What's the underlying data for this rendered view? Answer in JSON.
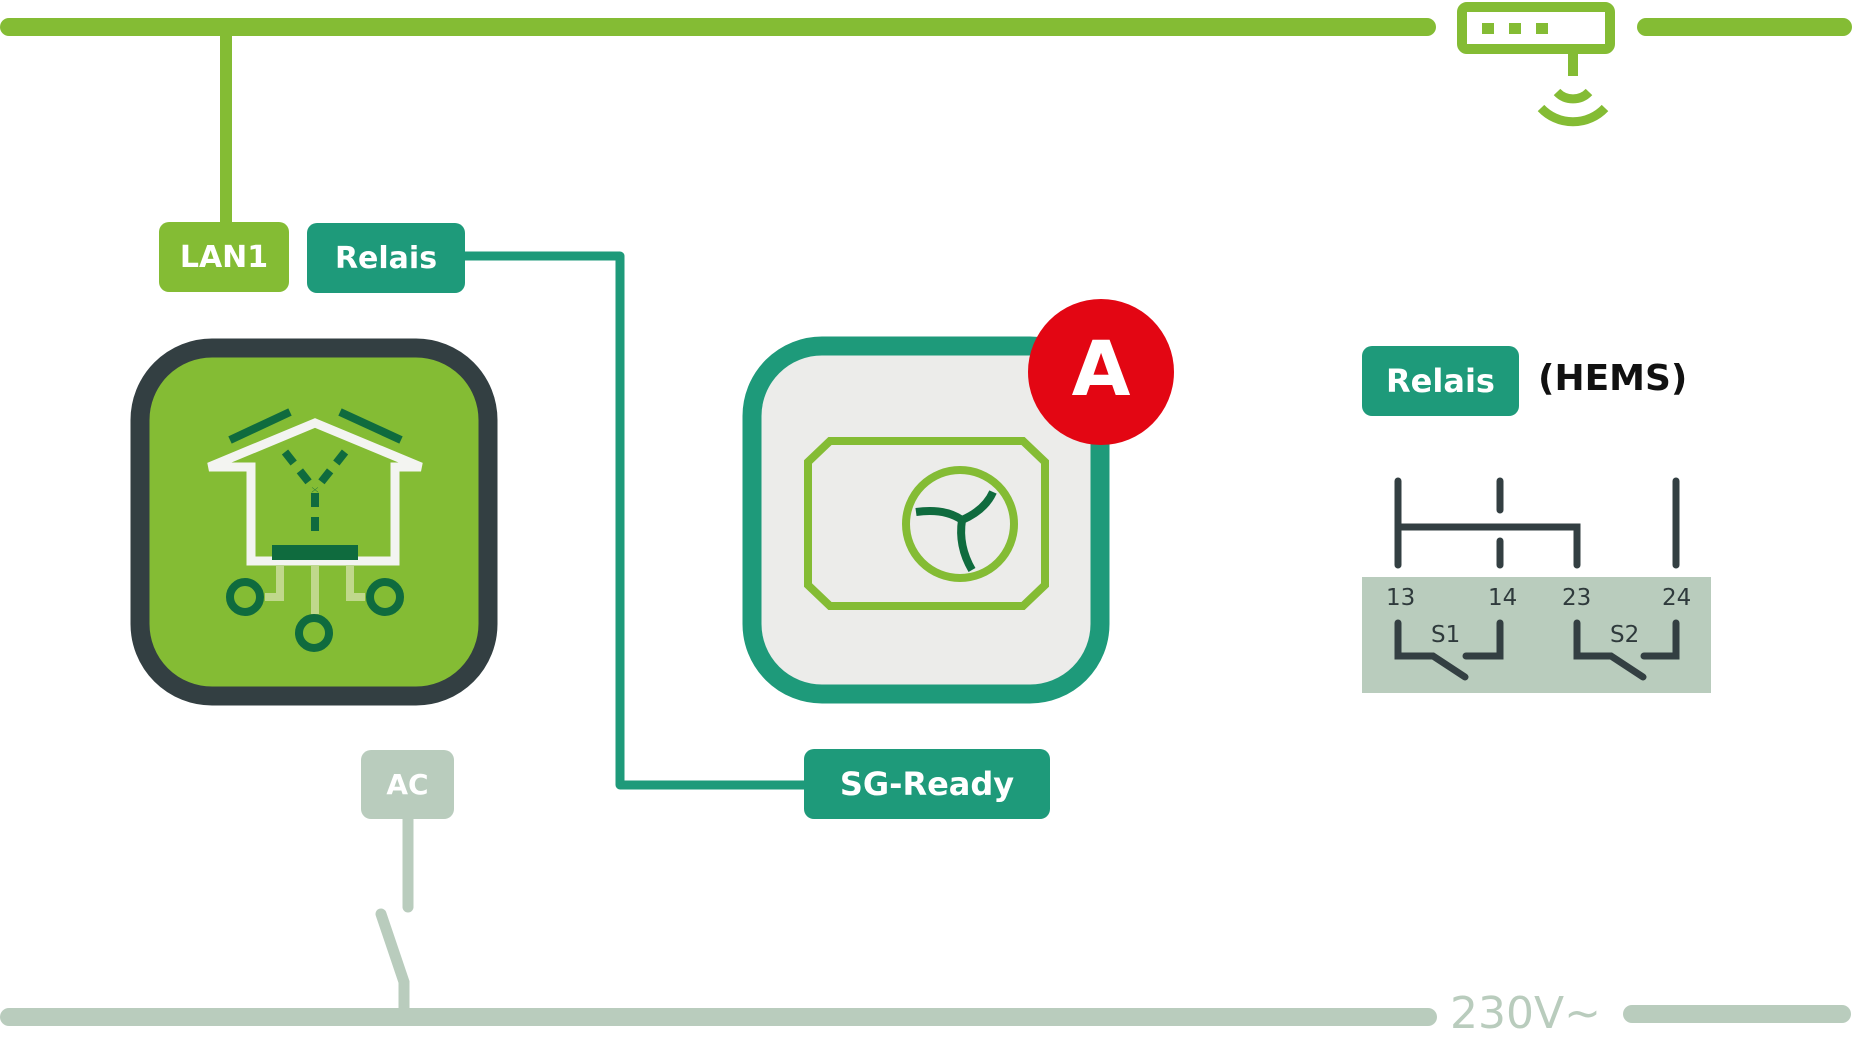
{
  "diagram": {
    "title": "SG-Ready relay wiring (HEMS)",
    "colors": {
      "network_line": "#84bc34",
      "relay_line": "#1e9a7a",
      "power_line": "#b9ccbd",
      "device_border_dark": "#333f42",
      "device_fill_green": "#84bc34",
      "heatpump_fill": "#ececea",
      "icon_dark_green": "#0f6b3e",
      "badge_red": "#e30613",
      "text_dark": "#111111"
    },
    "labels": {
      "lan": "LAN1",
      "relais_device": "Relais",
      "sg_ready": "SG-Ready",
      "ac": "AC",
      "relais_legend": "Relais",
      "hems": "(HEMS)",
      "voltage": "230V~",
      "badge": "A"
    },
    "relay_block": {
      "terminals": [
        "13",
        "14",
        "23",
        "24"
      ],
      "switches": [
        "S1",
        "S2"
      ]
    },
    "icons": {
      "router": "router-wifi-icon",
      "energy_manager": "smart-home-hub-icon",
      "heat_pump": "heat-pump-fan-icon",
      "ac_switch": "switch-icon"
    }
  }
}
